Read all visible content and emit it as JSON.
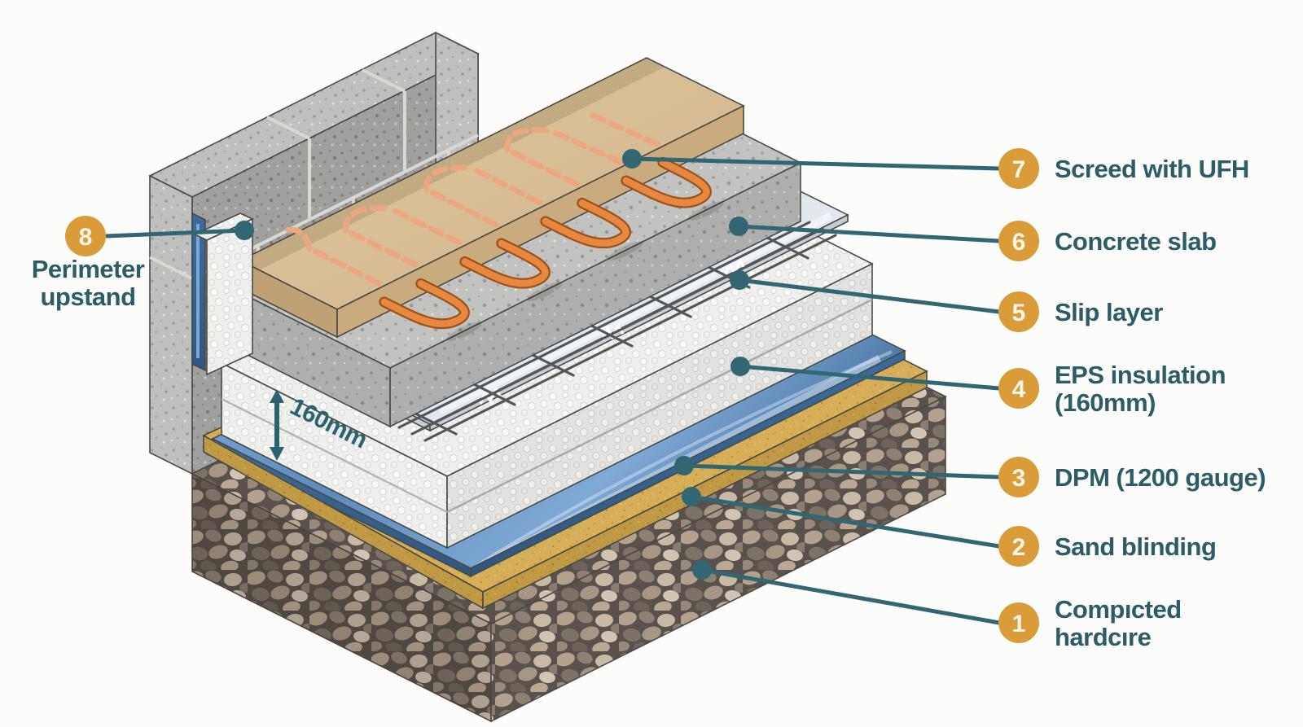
{
  "figure": {
    "dimension_label": "160mm",
    "left_callout": {
      "number": "8",
      "lines": [
        "Perimeter",
        "upstand"
      ]
    },
    "callouts": [
      {
        "number": "7",
        "lines": [
          "Screed with UFH"
        ]
      },
      {
        "number": "6",
        "lines": [
          "Concrete slab"
        ]
      },
      {
        "number": "5",
        "lines": [
          "Slip layer"
        ]
      },
      {
        "number": "4",
        "lines": [
          "EPS insulation",
          "(160mm)"
        ]
      },
      {
        "number": "3",
        "lines": [
          "DPM (1200 gauge)"
        ]
      },
      {
        "number": "2",
        "lines": [
          "Sand blinding"
        ]
      },
      {
        "number": "1",
        "lines": [
          "Compıcted",
          "hardcıre"
        ]
      }
    ],
    "colors": {
      "label_text": "#2b5c68",
      "callout_circle": "#d99c38",
      "leader_line": "#316672",
      "dpm_blue": "#4a7cb0",
      "sand_yellow": "#d5ae57",
      "screed_tan": "#d9bf97",
      "pipe_orange": "#e8873f",
      "concrete_grey": "#c2c3c1",
      "eps_white": "#f1f1ef"
    }
  }
}
